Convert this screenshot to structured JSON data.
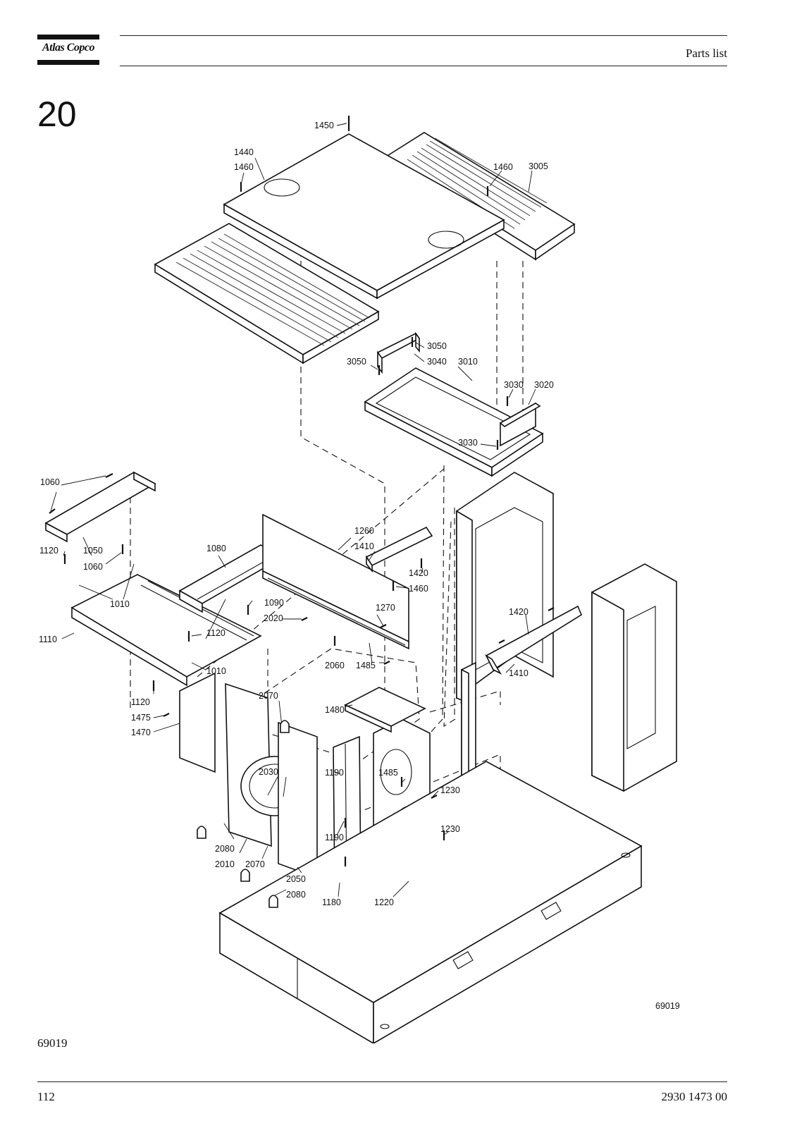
{
  "header": {
    "brand": "Atlas Copco",
    "title": "Parts list"
  },
  "section_number": "20",
  "figure_code": "69019",
  "footer": {
    "page_number": "112",
    "document_number": "2930 1473 00"
  },
  "callouts": {
    "c1450": "1450",
    "c1440": "1440",
    "c1460a": "1460",
    "c1460b": "1460",
    "c3005": "3005",
    "c3050a": "3050",
    "c3050b": "3050",
    "c3040": "3040",
    "c3010": "3010",
    "c3030a": "3030",
    "c3020": "3020",
    "c3030b": "3030",
    "c1060a": "1060",
    "c1120a": "1120",
    "c1050": "1050",
    "c1060b": "1060",
    "c1010a": "1010",
    "c1080": "1080",
    "c1260": "1260",
    "c1410a": "1410",
    "c1420a": "1420",
    "c1460c": "1460",
    "c1090": "1090",
    "c2020": "2020",
    "c1270": "1270",
    "c1110": "1110",
    "c1120b": "1120",
    "c1010b": "1010",
    "c2060": "2060",
    "c1485a": "1485",
    "c1420b": "1420",
    "c1410b": "1410",
    "c1120c": "1120",
    "c1475": "1475",
    "c1470": "1470",
    "c2070a": "2070",
    "c1480": "1480",
    "c2030": "2030",
    "c1190a": "1190",
    "c1485b": "1485",
    "c1230a": "1230",
    "c1230b": "1230",
    "c1190b": "1190",
    "c2080a": "2080",
    "c2010": "2010",
    "c2070b": "2070",
    "c2050": "2050",
    "c2080b": "2080",
    "c1180": "1180",
    "c1220": "1220",
    "c69019": "69019"
  }
}
